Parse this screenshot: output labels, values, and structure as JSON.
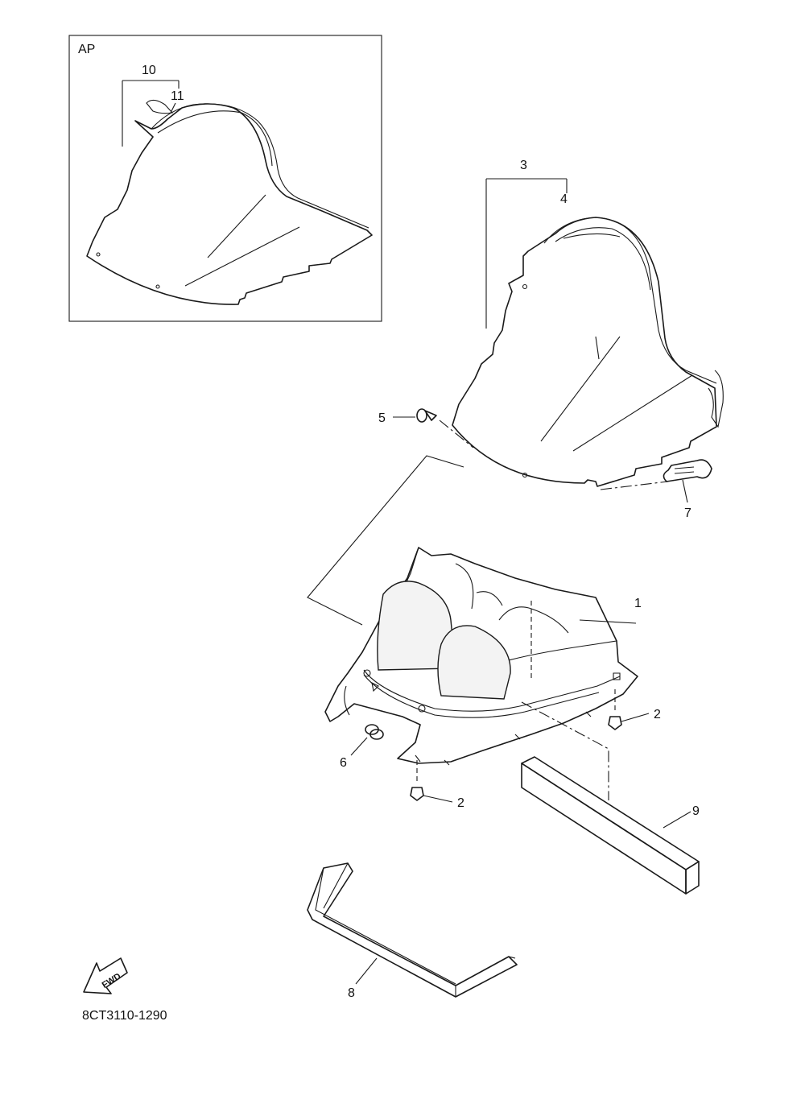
{
  "inset": {
    "label": "AP"
  },
  "callouts": {
    "c1": "1",
    "c2a": "2",
    "c2b": "2",
    "c3": "3",
    "c4": "4",
    "c5": "5",
    "c6": "6",
    "c7": "7",
    "c8": "8",
    "c9": "9",
    "c10": "10",
    "c11": "11"
  },
  "direction_arrow": {
    "label": "FWD",
    "icon": "fwd-arrow-icon"
  },
  "drawing_code": "8CT3110-1290"
}
